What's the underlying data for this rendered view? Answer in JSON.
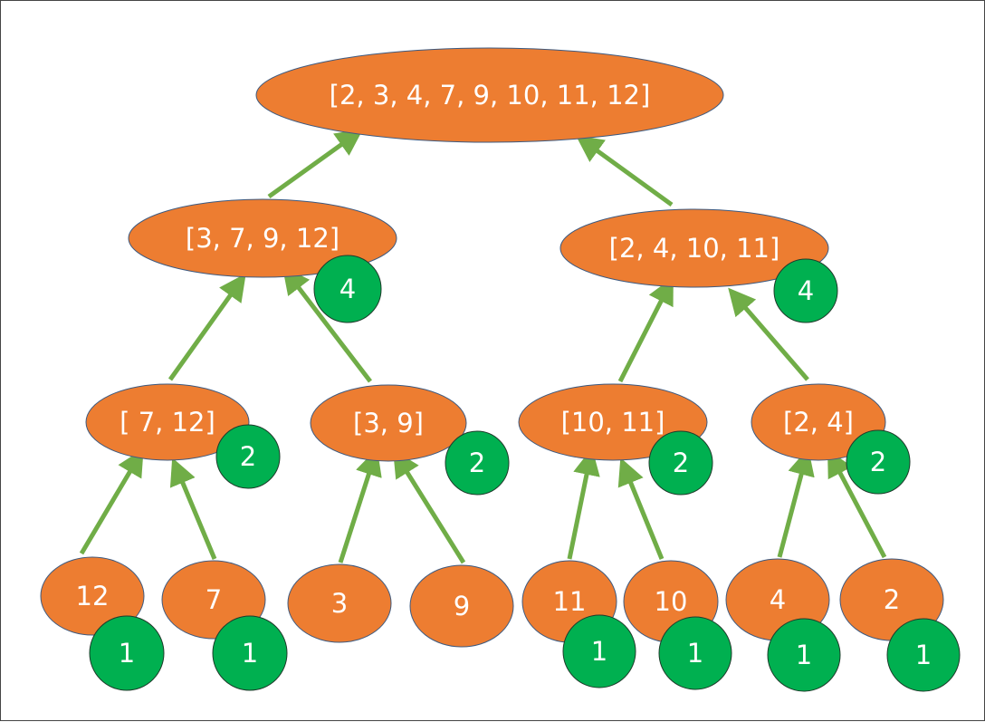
{
  "colors": {
    "node_fill": "#ED7D31",
    "node_stroke": "#3D5A80",
    "badge_fill": "#00B050",
    "badge_stroke": "#1F3B2B",
    "arrow": "#70AD47",
    "text": "#FFFFFF"
  },
  "nodes": [
    {
      "id": "root",
      "label": "[2, 3, 4, 7, 9, 10, 11, 12]"
    },
    {
      "id": "l1a",
      "label": "[3, 7, 9, 12]"
    },
    {
      "id": "l1b",
      "label": "[2, 4, 10, 11]"
    },
    {
      "id": "l2a",
      "label": "[ 7, 12]"
    },
    {
      "id": "l2b",
      "label": "[3, 9]"
    },
    {
      "id": "l2c",
      "label": "[10, 11]"
    },
    {
      "id": "l2d",
      "label": "[2, 4]"
    },
    {
      "id": "leaf1",
      "label": "12"
    },
    {
      "id": "leaf2",
      "label": "7"
    },
    {
      "id": "leaf3",
      "label": "3"
    },
    {
      "id": "leaf4",
      "label": "9"
    },
    {
      "id": "leaf5",
      "label": "11"
    },
    {
      "id": "leaf6",
      "label": "10"
    },
    {
      "id": "leaf7",
      "label": "4"
    },
    {
      "id": "leaf8",
      "label": "2"
    }
  ],
  "badges": [
    {
      "node": "l1a",
      "label": "4"
    },
    {
      "node": "l1b",
      "label": "4"
    },
    {
      "node": "l2a",
      "label": "2"
    },
    {
      "node": "l2b",
      "label": "2"
    },
    {
      "node": "l2c",
      "label": "2"
    },
    {
      "node": "l2d",
      "label": "2"
    },
    {
      "node": "leaf1",
      "label": "1"
    },
    {
      "node": "leaf2",
      "label": "1"
    },
    {
      "node": "leaf5",
      "label": "1"
    },
    {
      "node": "leaf6",
      "label": "1"
    },
    {
      "node": "leaf7",
      "label": "1"
    },
    {
      "node": "leaf8",
      "label": "1"
    }
  ],
  "edges": [
    {
      "from": "l1a",
      "to": "root"
    },
    {
      "from": "l1b",
      "to": "root"
    },
    {
      "from": "l2a",
      "to": "l1a"
    },
    {
      "from": "l2b",
      "to": "l1a"
    },
    {
      "from": "l2c",
      "to": "l1b"
    },
    {
      "from": "l2d",
      "to": "l1b"
    },
    {
      "from": "leaf1",
      "to": "l2a"
    },
    {
      "from": "leaf2",
      "to": "l2a"
    },
    {
      "from": "leaf3",
      "to": "l2b"
    },
    {
      "from": "leaf4",
      "to": "l2b"
    },
    {
      "from": "leaf5",
      "to": "l2c"
    },
    {
      "from": "leaf6",
      "to": "l2c"
    },
    {
      "from": "leaf7",
      "to": "l2d"
    },
    {
      "from": "leaf8",
      "to": "l2d"
    }
  ]
}
